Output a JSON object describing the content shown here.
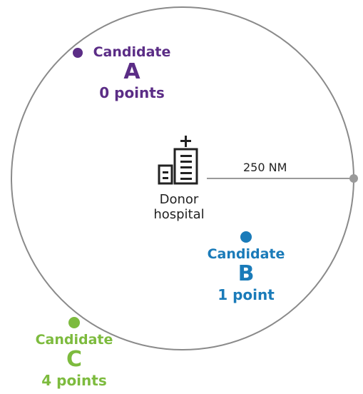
{
  "donor": {
    "line1": "Donor",
    "line2": "hospital",
    "icon": "hospital-building-icon"
  },
  "radius_label": "250 NM",
  "colors": {
    "circle": "#8a8a8a",
    "radius_line": "#9a9a9a",
    "candidate_a": "#5b2d86",
    "candidate_b": "#1a7bb9",
    "candidate_c": "#7dbb3e",
    "text_dark": "#222222"
  },
  "candidates": {
    "a": {
      "word": "Candidate",
      "letter": "A",
      "points": "0 points"
    },
    "b": {
      "word": "Candidate",
      "letter": "B",
      "points": "1 point"
    },
    "c": {
      "word": "Candidate",
      "letter": "C",
      "points": "4 points"
    }
  }
}
